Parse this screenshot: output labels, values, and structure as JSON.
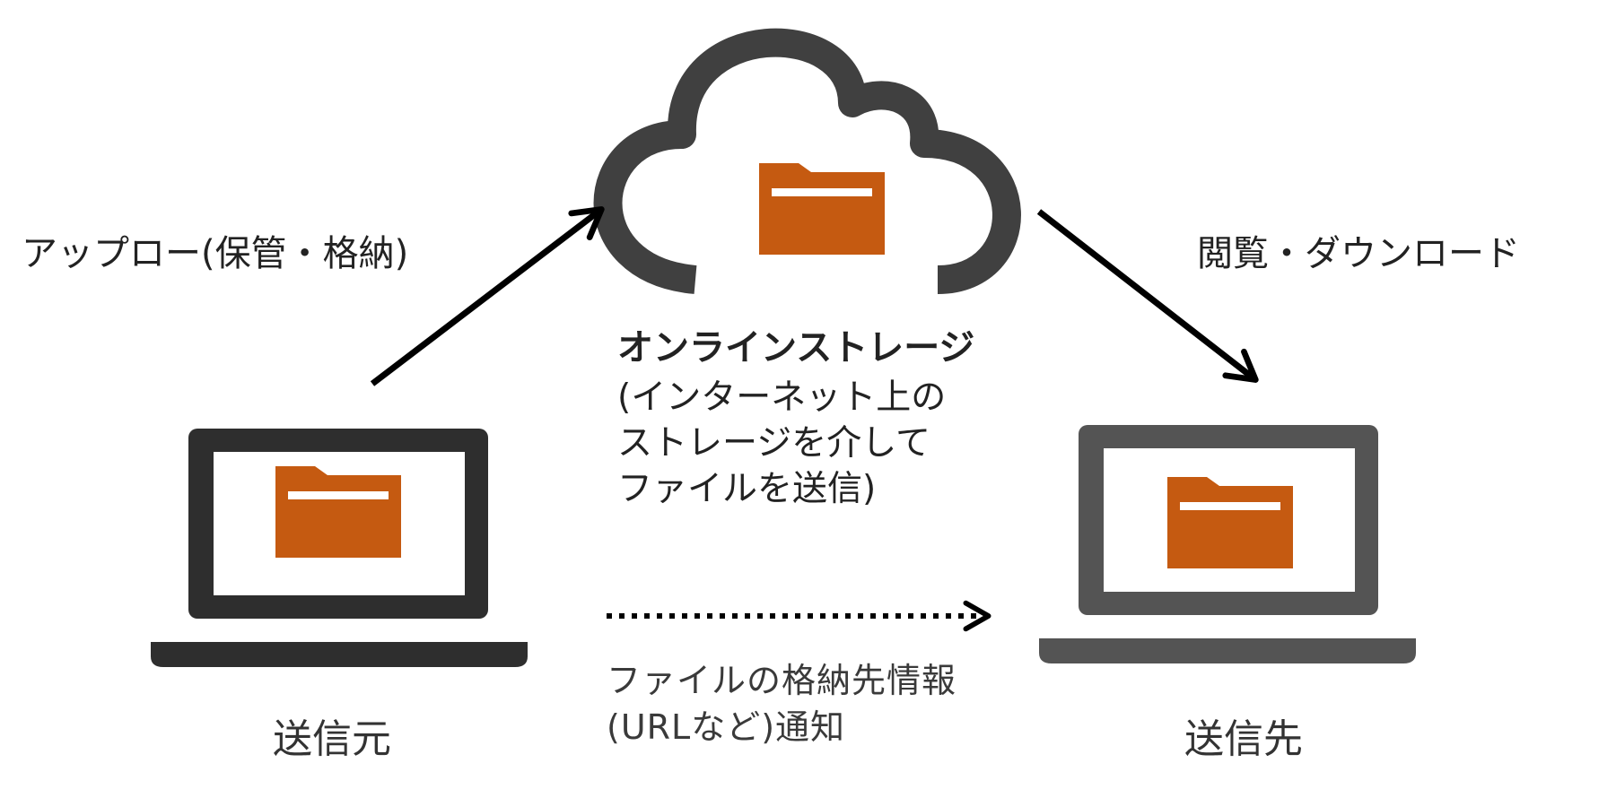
{
  "labels": {
    "upload": "アップロー(保管・格納)",
    "view_download": "閲覧・ダウンロード",
    "storage_title": "オンラインストレージ",
    "storage_description": "(インターネット上の\nストレージを介して\nファイルを送信)",
    "notification": "ファイルの格納先情報\n(URLなど)通知",
    "sender": "送信元",
    "receiver": "送信先"
  },
  "colors": {
    "folder": "#C55A11",
    "sender_laptop": "#2E2E2E",
    "receiver_laptop": "#545454",
    "cloud": "#404040",
    "arrow": "#000000"
  },
  "icons": {
    "cloud": "cloud-icon",
    "folder": "folder-icon",
    "laptop": "laptop-icon"
  }
}
